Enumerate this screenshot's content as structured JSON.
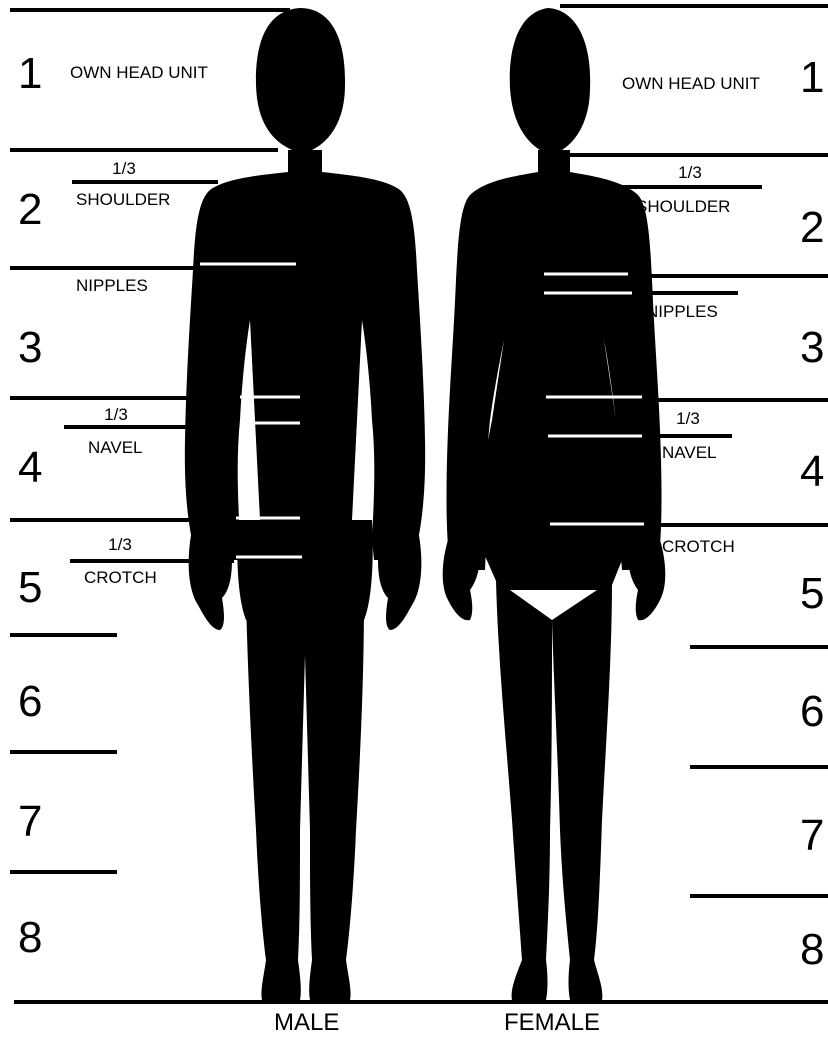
{
  "male": {
    "units": [
      "1",
      "2",
      "3",
      "4",
      "5",
      "6",
      "7",
      "8"
    ],
    "own_head_unit": "OWN HEAD UNIT",
    "third_shoulder": "1/3",
    "shoulder": "SHOULDER",
    "nipples": "NIPPLES",
    "third_navel": "1/3",
    "navel": "NAVEL",
    "third_crotch": "1/3",
    "crotch": "CROTCH",
    "caption": "MALE"
  },
  "female": {
    "units": [
      "1",
      "2",
      "3",
      "4",
      "5",
      "6",
      "7",
      "8"
    ],
    "own_head_unit": "OWN HEAD UNIT",
    "third_shoulder": "1/3",
    "shoulder": "SHOULDER",
    "nipples": "NIPPLES",
    "third_navel": "1/3",
    "navel": "NAVEL",
    "crotch": "CROTCH",
    "caption": "FEMALE"
  },
  "colors": {
    "ink": "#000000",
    "paper": "#ffffff"
  }
}
